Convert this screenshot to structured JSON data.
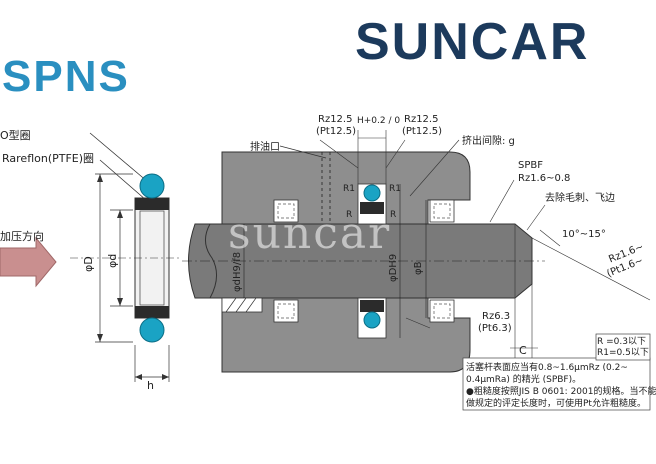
{
  "brand": {
    "name": "SUNCAR"
  },
  "series": {
    "name": "SPNS"
  },
  "left_labels": {
    "o_ring": "O型圈",
    "rareflon": "Rareflon(PTFE)圈",
    "pressure": "加压方向",
    "phi_D": "φD",
    "phi_d": "φd",
    "h": "h"
  },
  "section": {
    "drain_port": "排油口",
    "rz_left": "Rz12.5",
    "pt_left": "(Pt12.5)",
    "tolerance": "H+0.2 / 0",
    "rz_right": "Rz12.5",
    "pt_right": "(Pt12.5)",
    "extrusion_gap": "挤出间隙: g",
    "r1_left": "R1",
    "r1_right": "R1",
    "r_left": "R",
    "r_right": "R",
    "spbf": "SPBF",
    "rz_rod": "Rz1.6~0.8",
    "deburr": "去除毛刺、飞边",
    "chamfer_angle": "10°~15°",
    "rz_chamfer": "Rz1.6~",
    "pt_chamfer": "(Pt1.6~",
    "phi_dH9f8": "φdH9/f8",
    "phi_DH9": "φDH9",
    "phi_B": "φB",
    "rz_bottom": "Rz6.3",
    "pt_bottom": "(Pt6.3)",
    "C": "C",
    "watermark": "suncar"
  },
  "notes": {
    "line1": "活塞杆表面应当有0.8~1.6μmRz (0.2~",
    "line2": "0.4μmRa) 的精光 (SPBF)。",
    "line3": "●粗糙度按照JIS B 0601: 2001的规格。当不能",
    "line4": "做规定的评定长度时，可使用Pt允许粗糙度。"
  },
  "radius_box": {
    "line1": "R =0.3以下",
    "line2": "R1=0.5以下"
  },
  "colors": {
    "brand": "#1c3a5c",
    "series": "#2a8fc0",
    "housing": "#8e8e8e",
    "rod": "#7a7a7a",
    "o_ring": "#1aa3c4",
    "ptfe_ring": "#2b2b2b",
    "arrow": "#c98f8f"
  }
}
